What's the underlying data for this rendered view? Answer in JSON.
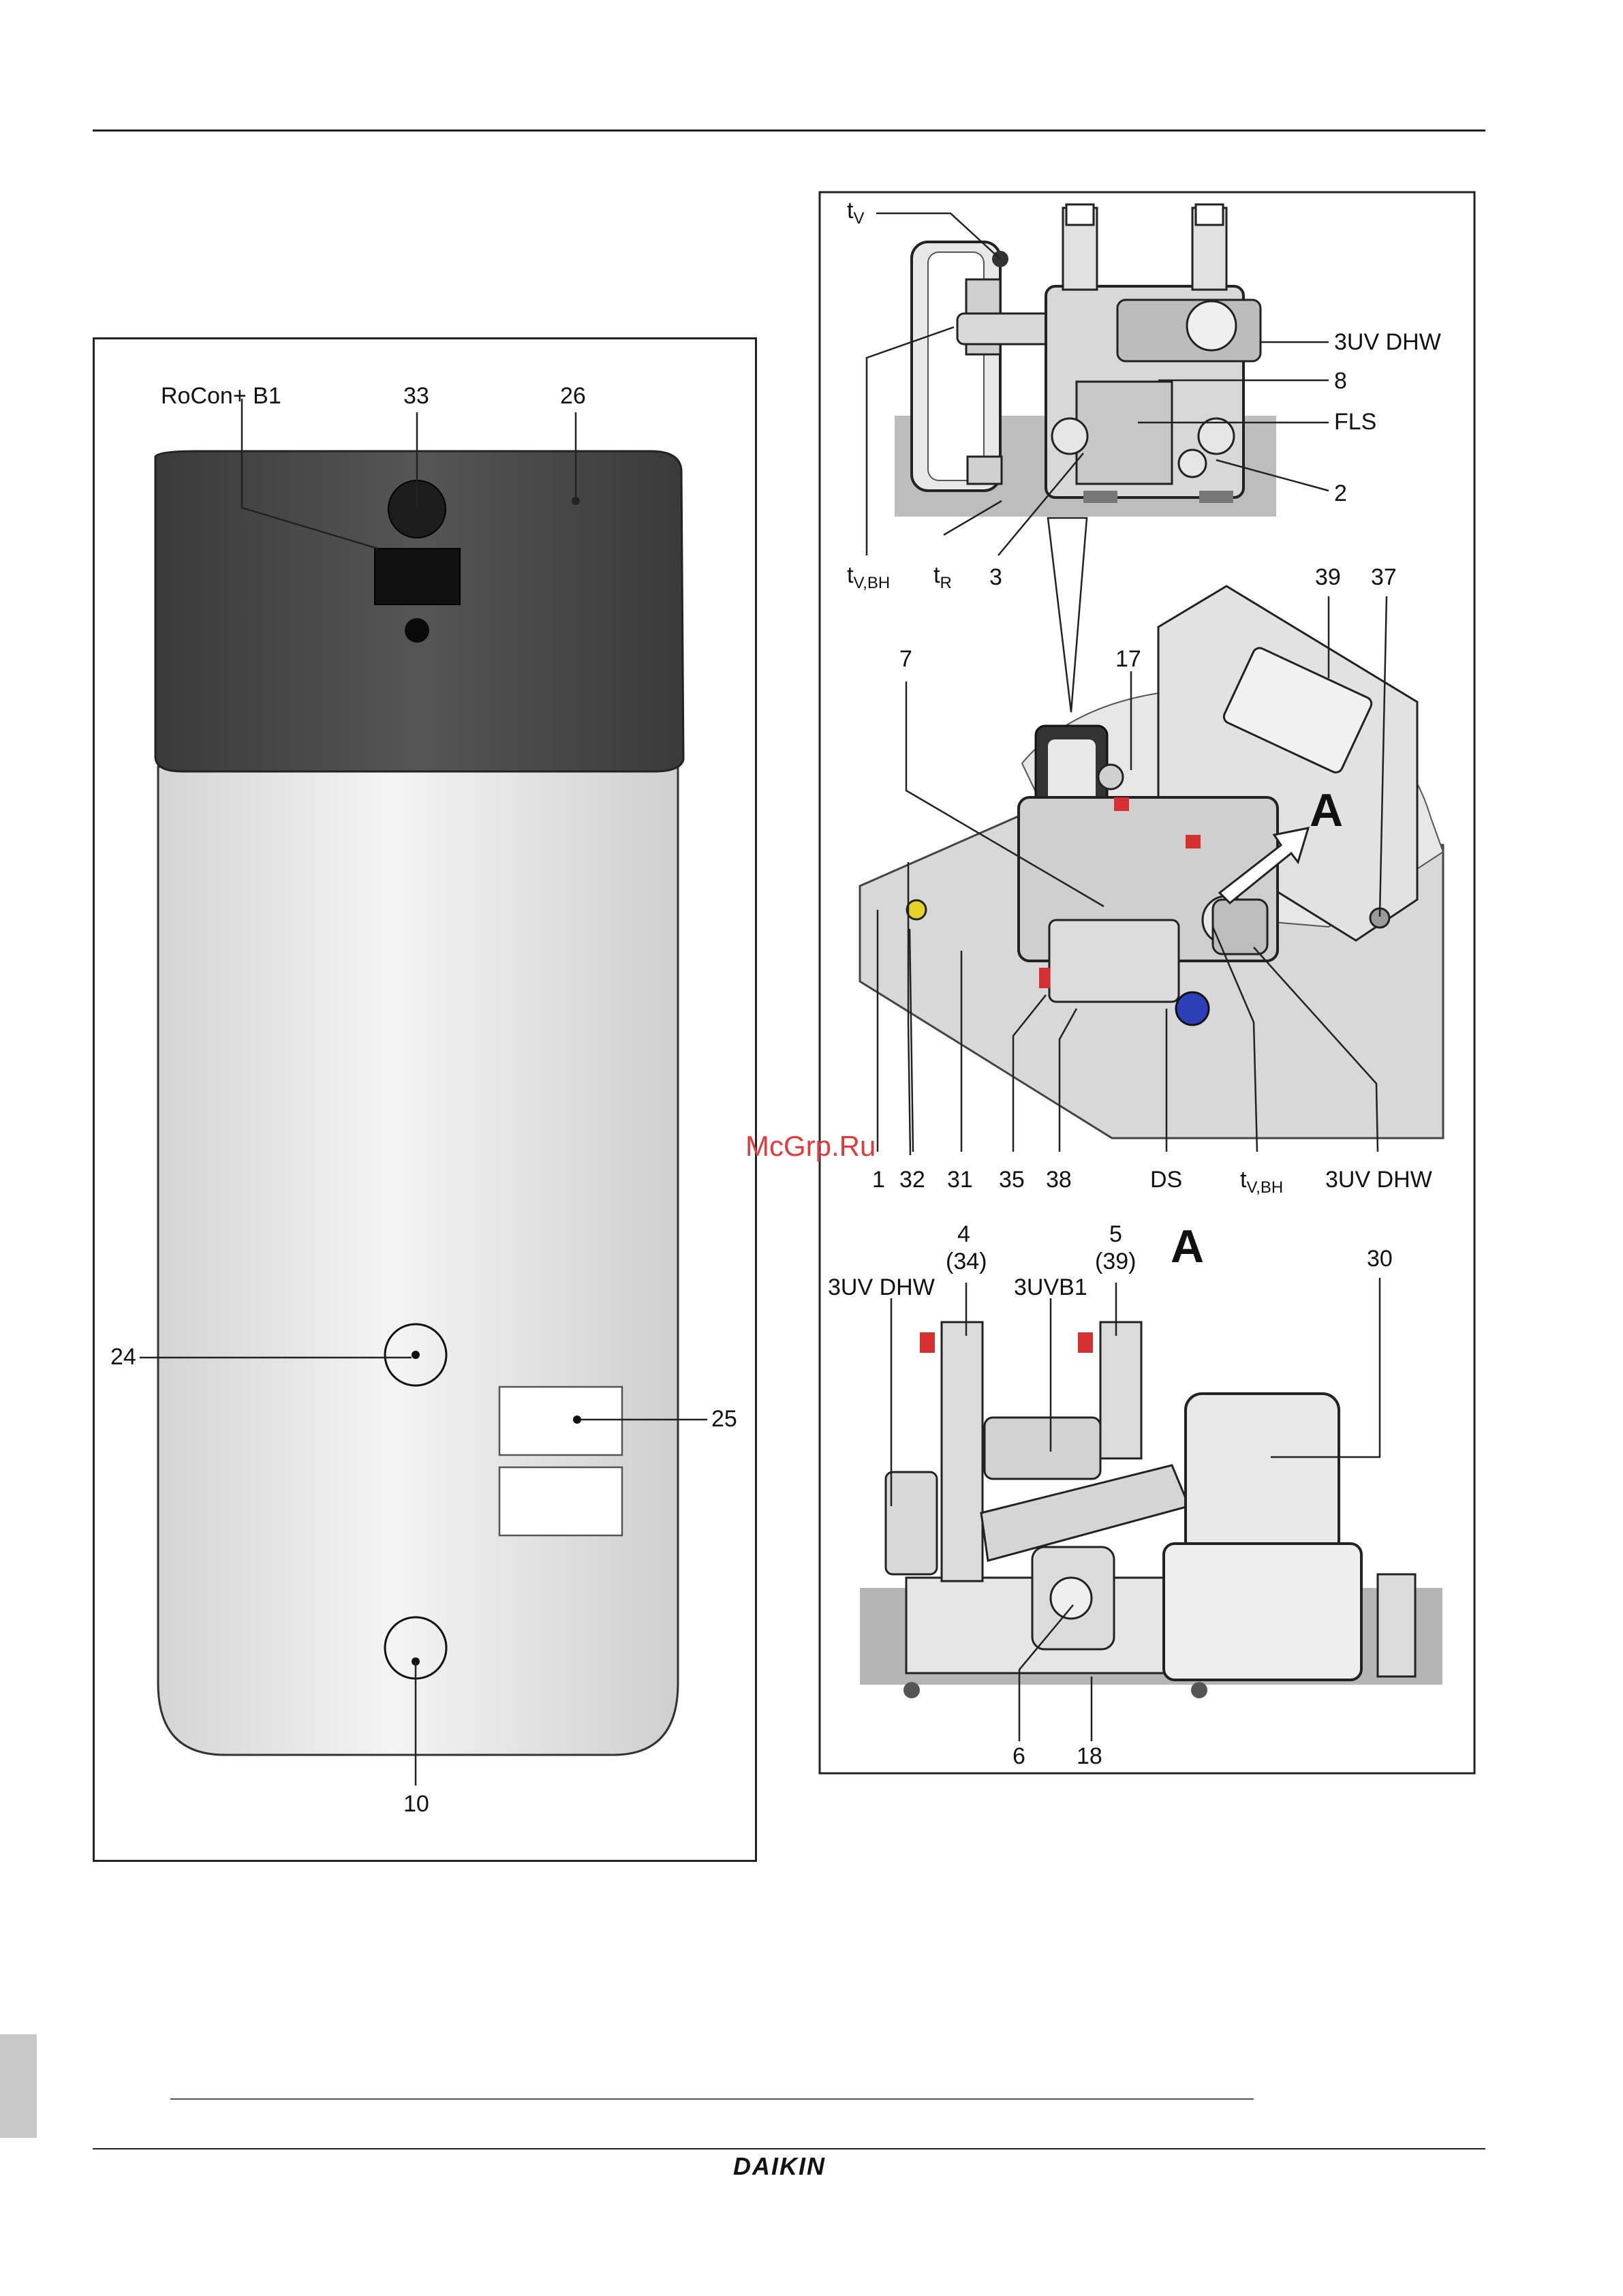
{
  "brand": "DAIKIN",
  "watermark": "McGrp.Ru",
  "left_figure": {
    "labels": {
      "rocon": "RoCon+ B1",
      "l33": "33",
      "l26": "26",
      "l24": "24",
      "l25": "25",
      "l10": "10"
    }
  },
  "right_figure": {
    "top_detail": {
      "tv": "t",
      "tv_sub": "V",
      "uv_dhw": "3UV DHW",
      "l8": "8",
      "fls": "FLS",
      "l2": "2",
      "tvbh": "t",
      "tvbh_sub": "V,BH",
      "tr": "t",
      "tr_sub": "R",
      "l3": "3"
    },
    "middle_view": {
      "l7": "7",
      "l17": "17",
      "l39": "39",
      "l37": "37",
      "a_marker": "A",
      "bottom_labels": [
        "1",
        "32",
        "31",
        "35",
        "38",
        "DS"
      ],
      "tvbh": "t",
      "tvbh_sub": "V,BH",
      "uv_dhw": "3UV DHW"
    },
    "view_a": {
      "title": "A",
      "l4": "4",
      "l34": "(34)",
      "l5": "5",
      "l39": "(39)",
      "uv_dhw": "3UV DHW",
      "uvb1": "3UVB1",
      "l30": "30",
      "l6": "6",
      "l18": "18"
    }
  }
}
